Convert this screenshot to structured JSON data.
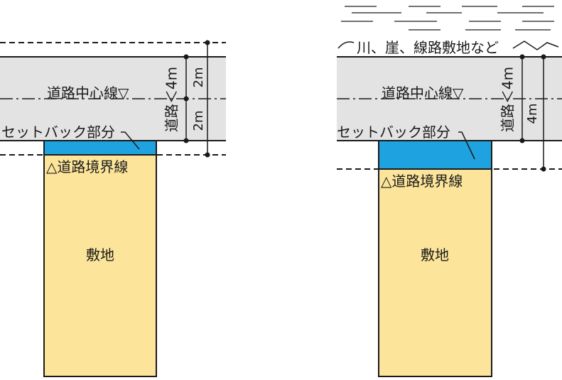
{
  "left": {
    "center_line_label": "道路中心線▽",
    "road_width_label": "道路＜4m",
    "half_width_top": "2m",
    "half_width_bottom": "2m",
    "setback_label": "セットバック部分",
    "boundary_label": "△道路境界線",
    "site_label": "敷地"
  },
  "right": {
    "obstacle_label": "川、崖、線路敷地など",
    "center_line_label": "道路中心線▽",
    "road_width_label": "道路＜4m",
    "setback_width": "4m",
    "setback_label": "セットバック部分",
    "boundary_label": "△道路境界線",
    "site_label": "敷地"
  },
  "colors": {
    "road": "#e3e3e3",
    "setback": "#1fa3e0",
    "site": "#fce59a",
    "line": "#1a1a1a"
  }
}
